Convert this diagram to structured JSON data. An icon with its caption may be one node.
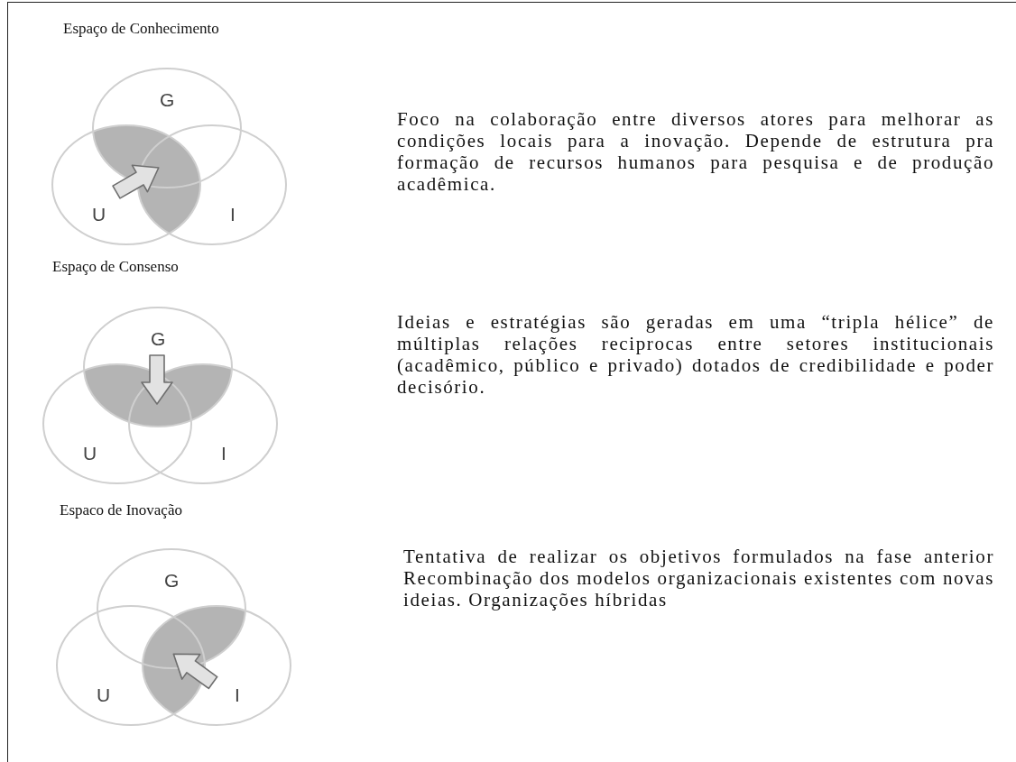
{
  "diagram": {
    "nodes": [
      {
        "text": [
          "G"
        ]
      },
      {
        "text": [
          "U"
        ]
      },
      {
        "text": [
          "I"
        ]
      },
      {
        "text": [
          "G"
        ]
      },
      {
        "text": [
          "U"
        ]
      },
      {
        "text": [
          "I"
        ]
      },
      {
        "text": [
          "G"
        ]
      },
      {
        "text": [
          "U"
        ]
      },
      {
        "text": [
          "I"
        ]
      }
    ],
    "edges": [
      {
        "from": 1,
        "to": 0,
        "arrow": "to"
      },
      {
        "from": 8,
        "to": 7,
        "arrow": "to"
      }
    ],
    "labels": [
      "Espaço de Conhecimento",
      "Foco na colaboração entre diversos atores para melhorar as condições locais para a inovação. Depende de estrutura pra formação de recursos humanos para pesquisa e de produção acadêmica.",
      "Espaço de Consenso",
      "Ideias e estratégias são geradas em uma “tripla hélice” de múltiplas relações reciprocas entre setores institucionais (acadêmico, público e privado) dotados de credibilidade e poder decisório.",
      "Espaco de Inovação",
      "Tentativa de realizar os objetivos formulados na fase anterior Recombinação dos modelos organizacionais existentes com novas ideias. Organizações híbridas"
    ]
  }
}
